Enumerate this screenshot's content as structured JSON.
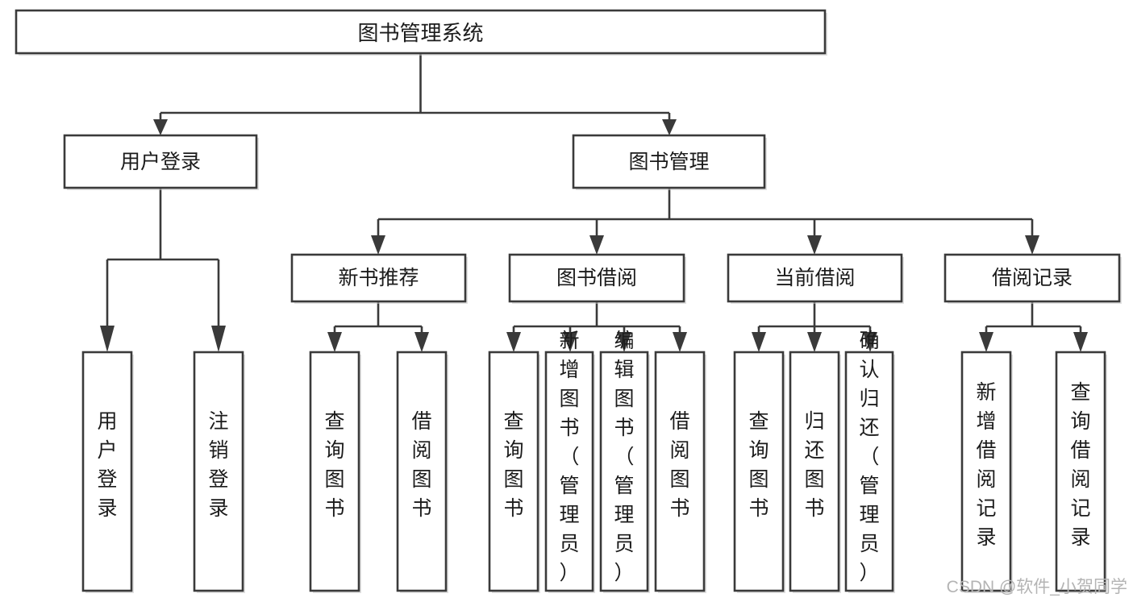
{
  "diagram": {
    "title": "图书管理系统",
    "type": "tree-hierarchy",
    "watermark": "CSDN @软件_小贺同学",
    "colors": {
      "stroke": "#3a3a3a",
      "fill": "#ffffff",
      "text": "#1b1b1b",
      "watermark": "#b4b4b4",
      "background": "#ffffff"
    },
    "levels": {
      "root": {
        "label": "图书管理系统"
      },
      "level2": [
        {
          "id": "user-login",
          "label": "用户登录"
        },
        {
          "id": "book-management",
          "label": "图书管理"
        }
      ],
      "level3": [
        {
          "id": "new-book-recommend",
          "label": "新书推荐",
          "parent": "book-management"
        },
        {
          "id": "book-borrow",
          "label": "图书借阅",
          "parent": "book-management"
        },
        {
          "id": "current-borrow",
          "label": "当前借阅",
          "parent": "book-management"
        },
        {
          "id": "borrow-record",
          "label": "借阅记录",
          "parent": "book-management"
        }
      ],
      "leaves": [
        {
          "id": "leaf-user-login",
          "label": "用户登录",
          "parent": "user-login"
        },
        {
          "id": "leaf-logout-login",
          "label": "注销登录",
          "parent": "user-login"
        },
        {
          "id": "leaf-query-book-1",
          "label": "查询图书",
          "parent": "new-book-recommend"
        },
        {
          "id": "leaf-borrow-book-1",
          "label": "借阅图书",
          "parent": "new-book-recommend"
        },
        {
          "id": "leaf-query-book-2",
          "label": "查询图书",
          "parent": "book-borrow"
        },
        {
          "id": "leaf-add-book",
          "label": "新增图书（管理员）",
          "parent": "book-borrow"
        },
        {
          "id": "leaf-edit-book",
          "label": "编辑图书（管理员）",
          "parent": "book-borrow"
        },
        {
          "id": "leaf-borrow-book-2",
          "label": "借阅图书",
          "parent": "book-borrow"
        },
        {
          "id": "leaf-query-book-3",
          "label": "查询图书",
          "parent": "current-borrow"
        },
        {
          "id": "leaf-return-book",
          "label": "归还图书",
          "parent": "current-borrow"
        },
        {
          "id": "leaf-confirm-return",
          "label": "确认归还（管理员）",
          "parent": "current-borrow"
        },
        {
          "id": "leaf-add-record",
          "label": "新增借阅记录",
          "parent": "borrow-record"
        },
        {
          "id": "leaf-query-record",
          "label": "查询借阅记录",
          "parent": "borrow-record"
        }
      ]
    }
  }
}
